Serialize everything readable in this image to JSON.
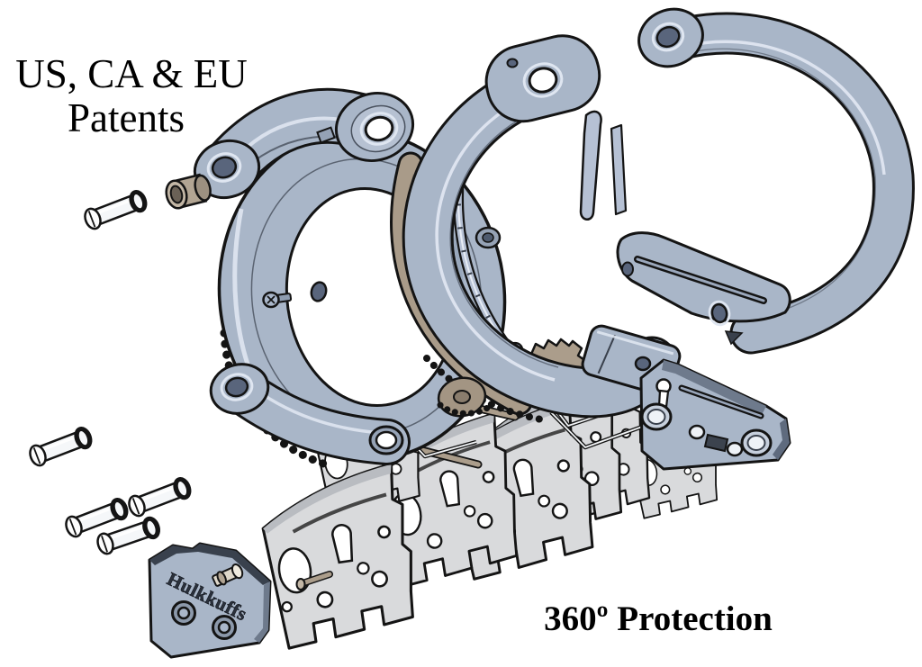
{
  "title": "Hulkkuffs handcuff exploded-assembly diagram",
  "labels": {
    "patents_line1": "US, CA & EU",
    "patents_line2": "Patents",
    "protection": "360º Protection",
    "brand": "Hulkkuffs"
  },
  "colors": {
    "background": "#ffffff",
    "steel_blue": "#a9b6c8",
    "steel_blue_light": "#dfe6f1",
    "steel_blue_mid": "#95a2b5",
    "steel_blue_dark": "#59657c",
    "plate_gray": "#d9dadc",
    "plate_gray_dark": "#b9bcc1",
    "tan": "#ab9d8b",
    "tan_light": "#c3b7a6",
    "tan_dark": "#8f8373",
    "outline": "#141414",
    "text": "#000000"
  },
  "parts": [
    {
      "name": "left-cuff-frame",
      "material": "steel-blue"
    },
    {
      "name": "right-cuff-frame",
      "material": "steel-blue"
    },
    {
      "name": "bow-shackle",
      "material": "steel-blue"
    },
    {
      "name": "ratchet-arc",
      "material": "tan"
    },
    {
      "name": "ratchet-strips",
      "material": "steel-blue"
    },
    {
      "name": "lock-housing-plate",
      "material": "steel-blue"
    },
    {
      "name": "lock-plates",
      "count": 7,
      "material": "gray"
    },
    {
      "name": "brand-cover-plate",
      "material": "steel-blue"
    },
    {
      "name": "rivets",
      "count": 5,
      "material": "white-metal"
    },
    {
      "name": "bushing",
      "count": 1,
      "material": "tan"
    },
    {
      "name": "set-screw",
      "count": 1,
      "material": "steel-blue"
    },
    {
      "name": "pawl-and-pins",
      "material": "tan"
    },
    {
      "name": "springs",
      "count": 3,
      "material": "wire"
    }
  ]
}
